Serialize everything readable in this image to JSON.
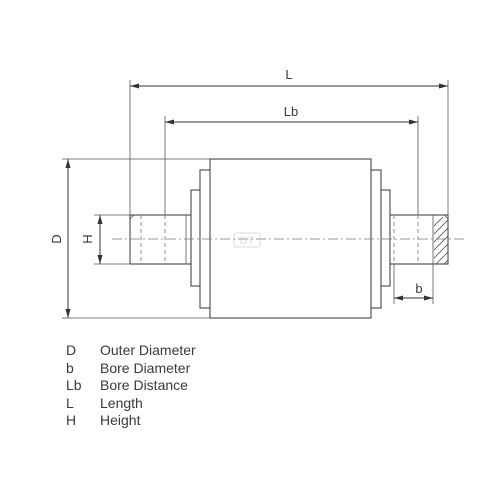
{
  "dimensions": {
    "L": "L",
    "Lb": "Lb",
    "D": "D",
    "H": "H",
    "b": "b"
  },
  "legend": [
    {
      "symbol": "D",
      "description": "Outer Diameter"
    },
    {
      "symbol": "b",
      "description": "Bore Diameter"
    },
    {
      "symbol": "Lb",
      "description": "Bore Distance"
    },
    {
      "symbol": "L",
      "description": "Length"
    },
    {
      "symbol": "H",
      "description": "Height"
    }
  ],
  "watermark": "DT",
  "colors": {
    "line": "#333333",
    "text": "#3a3a3a"
  }
}
